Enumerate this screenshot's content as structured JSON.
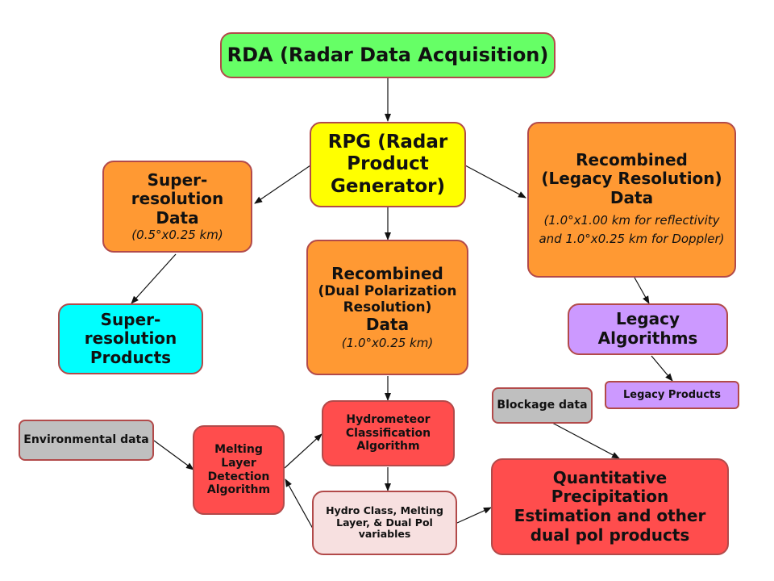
{
  "nodes": {
    "rda": {
      "title": "RDA (Radar Data Acquisition)"
    },
    "rpg": {
      "title": "RPG (Radar Product Generator)"
    },
    "super_data": {
      "title": "Super-resolution Data",
      "detail": "(0.5°x0.25 km)"
    },
    "super_products": {
      "title": "Super-resolution Products"
    },
    "dual_pol": {
      "title": "Recombined",
      "title_mid": "(Dual Polarization Resolution)",
      "title_end": "Data",
      "detail": "(1.0°x0.25 km)"
    },
    "legacy_data": {
      "title": "Recombined (Legacy Resolution) Data",
      "detail": "(1.0°x1.00 km for reflectivity and 1.0°x0.25 km for Doppler)"
    },
    "legacy_alg": {
      "title": "Legacy Algorithms"
    },
    "legacy_products": {
      "title": "Legacy Products"
    },
    "env_data": {
      "title": "Environmental data"
    },
    "melting": {
      "title": "Melting Layer Detection Algorithm"
    },
    "hydro_alg": {
      "title": "Hydrometeor Classification Algorithm"
    },
    "blockage": {
      "title": "Blockage data"
    },
    "hydro_class": {
      "title": "Hydro Class, Melting Layer, & Dual Pol variables"
    },
    "qpe": {
      "title": "Quantitative Precipitation Estimation and other dual pol products"
    }
  },
  "colors": {
    "rda": "#66ff66",
    "rpg": "#ffff00",
    "orange": "#ff9933",
    "cyan": "#00ffff",
    "violet": "#cc99ff",
    "gray": "#bfbfbf",
    "red": "#ff4d4d",
    "pink": "#f7e0e0",
    "border": "#b24a4a",
    "arrow": "#111111"
  },
  "edges": [
    {
      "from": "rda",
      "to": "rpg"
    },
    {
      "from": "rpg",
      "to": "super_data"
    },
    {
      "from": "rpg",
      "to": "dual_pol"
    },
    {
      "from": "rpg",
      "to": "legacy_data"
    },
    {
      "from": "super_data",
      "to": "super_products"
    },
    {
      "from": "legacy_data",
      "to": "legacy_alg"
    },
    {
      "from": "legacy_alg",
      "to": "legacy_products"
    },
    {
      "from": "dual_pol",
      "to": "hydro_alg"
    },
    {
      "from": "env_data",
      "to": "melting"
    },
    {
      "from": "melting",
      "to": "hydro_alg"
    },
    {
      "from": "hydro_alg",
      "to": "hydro_class"
    },
    {
      "from": "hydro_class",
      "to": "melting"
    },
    {
      "from": "hydro_class",
      "to": "qpe"
    },
    {
      "from": "blockage",
      "to": "qpe"
    }
  ]
}
